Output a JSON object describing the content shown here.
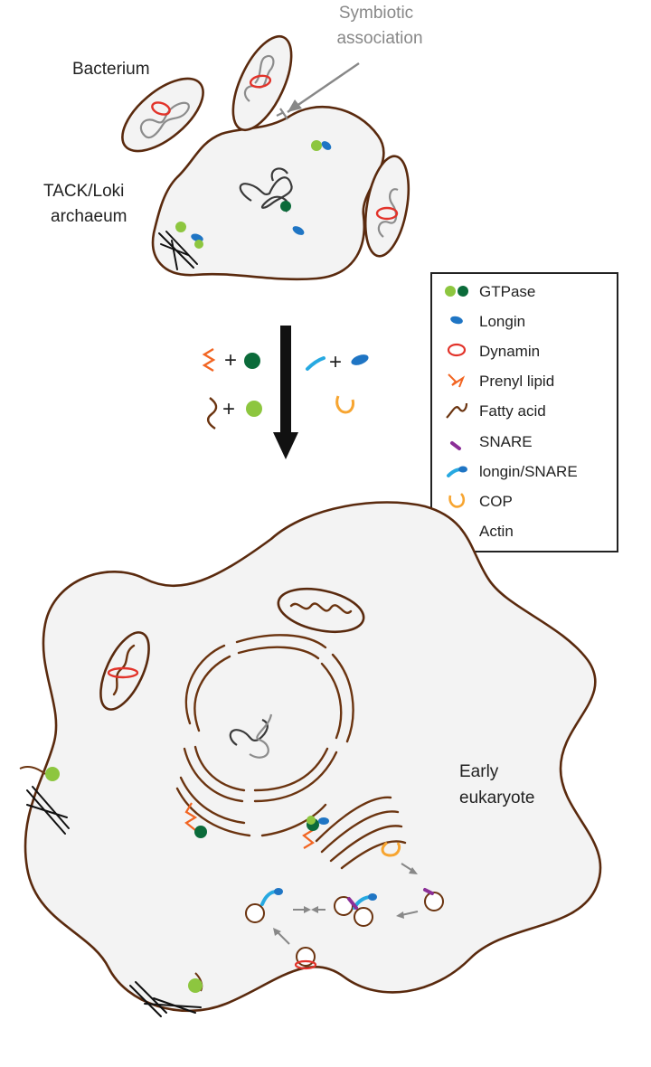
{
  "labels": {
    "symbiotic": [
      "Symbiotic",
      "association"
    ],
    "bacterium": "Bacterium",
    "archaeum": [
      "TACK/Loki",
      "archaeum"
    ],
    "eukaryote": [
      "Early",
      "eukaryote"
    ]
  },
  "legend": {
    "items": [
      {
        "label": "GTPase",
        "icon": "gtpase-icon"
      },
      {
        "label": "Longin",
        "icon": "longin-icon"
      },
      {
        "label": "Dynamin",
        "icon": "dynamin-icon"
      },
      {
        "label": "Prenyl lipid",
        "icon": "prenyl-lipid-icon"
      },
      {
        "label": "Fatty acid",
        "icon": "fatty-acid-icon"
      },
      {
        "label": "SNARE",
        "icon": "snare-icon"
      },
      {
        "label": "longin/SNARE",
        "icon": "longin-snare-icon"
      },
      {
        "label": "COP",
        "icon": "cop-icon"
      },
      {
        "label": "Actin",
        "icon": "actin-icon"
      }
    ]
  },
  "plus_sign": "+",
  "colors": {
    "gtpase_light": "#8dc63f",
    "gtpase_dark": "#0b6b3a",
    "longin": "#1f75c4",
    "dynamin": "#e2332a",
    "prenyl": "#f26522",
    "fatty_acid": "#6b3410",
    "snare": "#8b2f97",
    "longin_snare": "#27a9e1",
    "cop": "#f7a531",
    "actin": "#111111",
    "membrane": "#5a2a0e",
    "cytoplasm": "#f3f3f3",
    "symbiotic_arrow": "#888888"
  }
}
